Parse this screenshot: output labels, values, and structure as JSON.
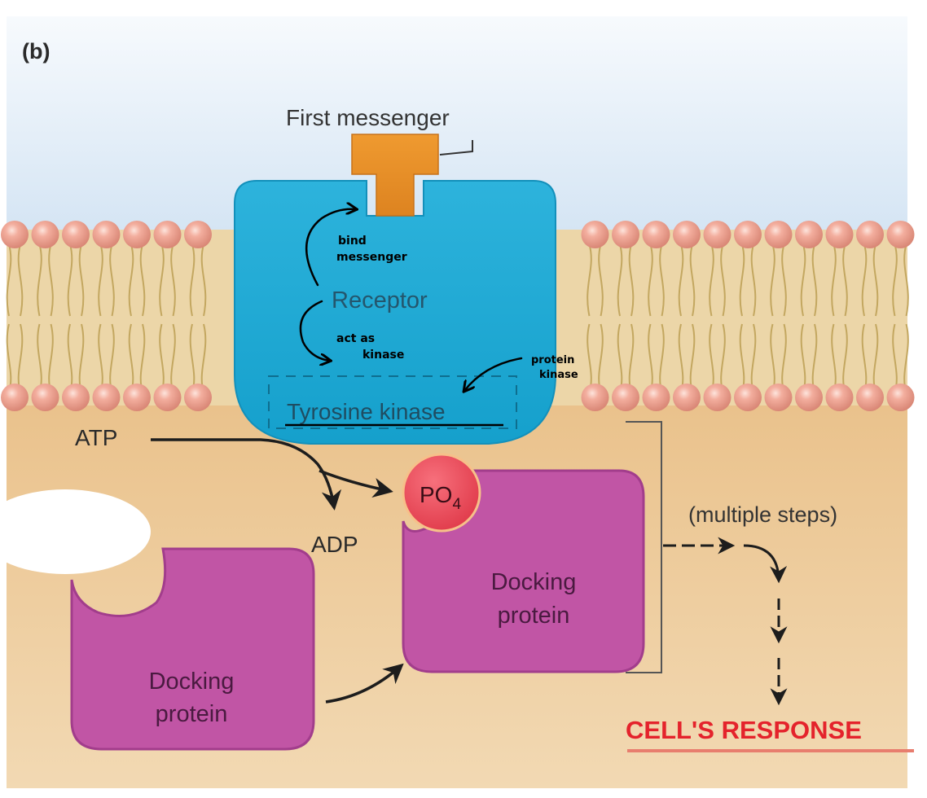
{
  "panel_label": "(b)",
  "labels": {
    "first_messenger": "First messenger",
    "receptor": "Receptor",
    "tyrosine_kinase": "Tyrosine kinase",
    "atp": "ATP",
    "adp": "ADP",
    "po4_main": "PO",
    "po4_sub": "4",
    "docking_protein_line1": "Docking",
    "docking_protein_line2": "protein",
    "multiple_steps": "(multiple steps)",
    "cells_response": "CELL'S RESPONSE"
  },
  "annotations": {
    "bind_messenger_line1": "bind",
    "bind_messenger_line2": "messenger",
    "act_as_kinase_line1": "act as",
    "act_as_kinase_line2": "kinase",
    "protein_kinase_line1": "protein",
    "protein_kinase_line2": "kinase"
  },
  "colors": {
    "receptor": "#19a8d4",
    "messenger": "#e88e26",
    "docking_protein": "#c155a5",
    "phosphate": "#ef4a5a",
    "phospholipid_head": "#f2a897",
    "cytoplasm": "#efcf9f",
    "extracellular_top": "#f6f9fd",
    "extracellular_bottom": "#d6e6f5",
    "response_text": "#e4232c"
  }
}
